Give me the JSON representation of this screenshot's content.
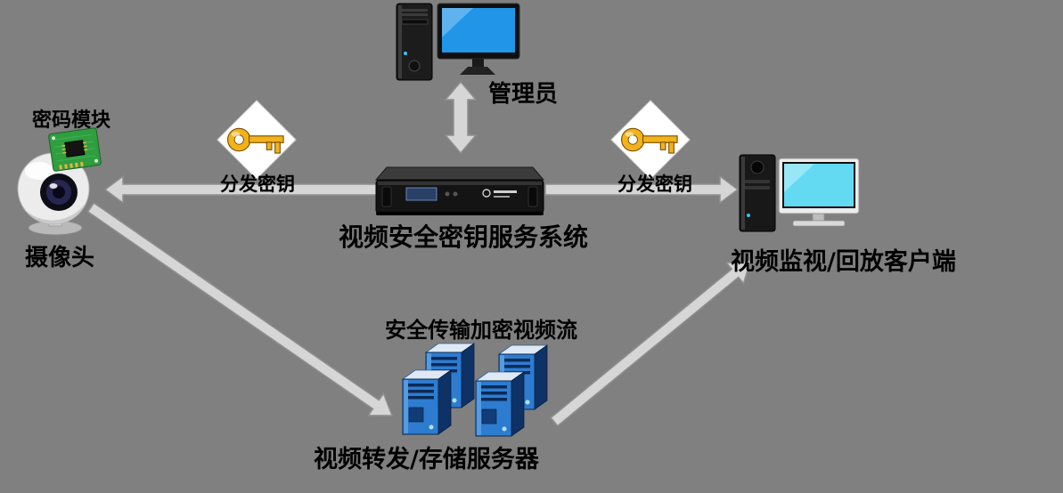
{
  "diagram": {
    "nodes": {
      "admin": {
        "label": "管理员"
      },
      "key_server": {
        "label": "视频安全密钥服务系统"
      },
      "camera": {
        "label": "摄像头"
      },
      "crypto_module": {
        "label": "密码模块"
      },
      "client": {
        "label": "视频监视/回放客户端"
      },
      "storage_server": {
        "label": "视频转发/存储服务器"
      }
    },
    "edges": {
      "key_left": {
        "label": "分发密钥"
      },
      "key_right": {
        "label": "分发密钥"
      },
      "stream": {
        "label": "安全传输加密视频流"
      }
    }
  },
  "colors": {
    "background": "#808080",
    "arrow_fill": "#d6d6d6",
    "arrow_stroke": "#8f8f8f",
    "diamond_white": "#ffffff",
    "key_gold": "#f2b21c",
    "admin_screen_blue": "#2196e8",
    "client_screen_cyan": "#63d9f2",
    "storage_tower_blue": "#2e7cd0",
    "pcb_green": "#2f9e3f",
    "label_color": "#000000"
  }
}
